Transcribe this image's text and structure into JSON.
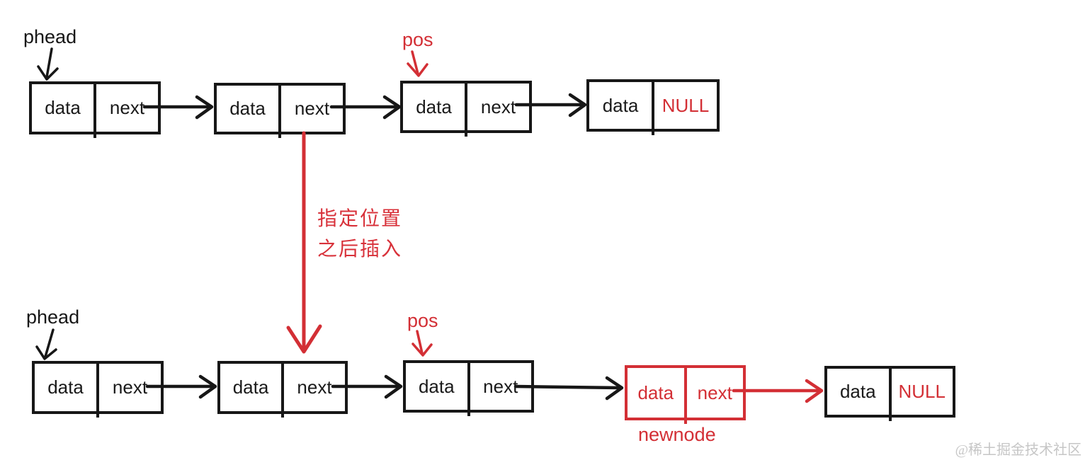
{
  "labels": {
    "phead_top": "phead",
    "pos_top": "pos",
    "phead_bottom": "phead",
    "pos_bottom": "pos",
    "newnode": "newnode",
    "note_line1": "指定位置",
    "note_line2": "之后插入",
    "watermark": "@稀土掘金技术社区"
  },
  "colors": {
    "accent_red": "#d32f35",
    "ink_black": "#171717",
    "watermark_gray": "#c6c6c6"
  },
  "top_list": {
    "description": "linked list before insertion",
    "nodes": [
      {
        "data": "data",
        "next": "next"
      },
      {
        "data": "data",
        "next": "next"
      },
      {
        "data": "data",
        "next": "next"
      },
      {
        "data": "data",
        "next": "NULL"
      }
    ]
  },
  "bottom_list": {
    "description": "linked list after inserting newnode after pos",
    "nodes": [
      {
        "data": "data",
        "next": "next"
      },
      {
        "data": "data",
        "next": "next"
      },
      {
        "data": "data",
        "next": "next"
      },
      {
        "data": "data",
        "next": "next"
      },
      {
        "data": "data",
        "next": "NULL"
      }
    ]
  }
}
